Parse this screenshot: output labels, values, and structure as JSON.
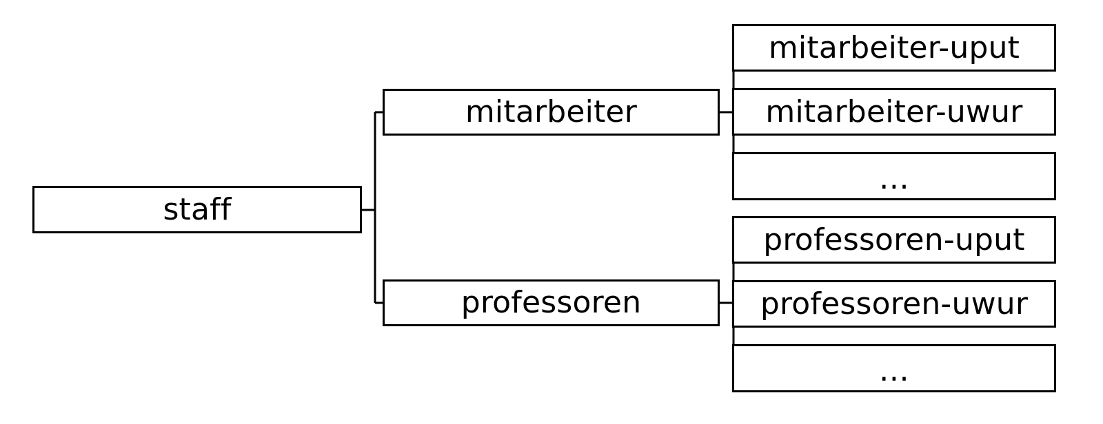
{
  "diagram": {
    "type": "tree",
    "title": "staff hierarchy tree",
    "orientation": "left-to-right",
    "line_color": "#000000",
    "box_border_color": "#000000",
    "box_fill_color": "#ffffff",
    "background_color": "#ffffff",
    "ellipsis_glyph": "…"
  },
  "nodes": {
    "root": {
      "id": "staff",
      "label": "staff"
    },
    "level1": [
      {
        "id": "mitarbeiter",
        "label": "mitarbeiter"
      },
      {
        "id": "professoren",
        "label": "professoren"
      }
    ],
    "level2": {
      "mitarbeiter": [
        {
          "id": "mitarbeiter-uput",
          "label": "mitarbeiter-uput"
        },
        {
          "id": "mitarbeiter-uwur",
          "label": "mitarbeiter-uwur"
        },
        {
          "id": "mitarbeiter-more",
          "label": "…"
        }
      ],
      "professoren": [
        {
          "id": "professoren-uput",
          "label": "professoren-uput"
        },
        {
          "id": "professoren-uwur",
          "label": "professoren-uwur"
        },
        {
          "id": "professoren-more",
          "label": "…"
        }
      ]
    }
  }
}
